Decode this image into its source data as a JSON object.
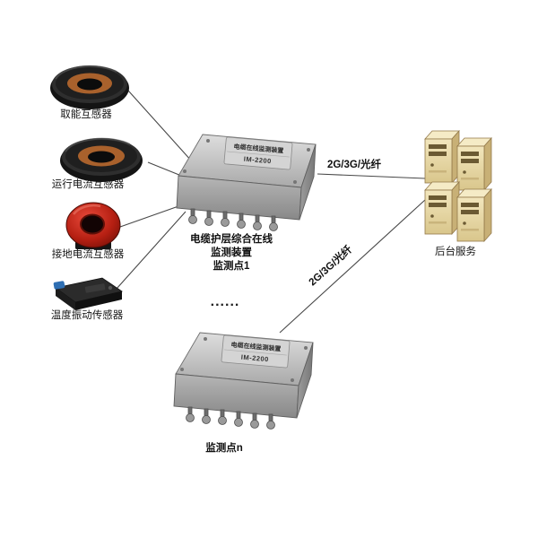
{
  "sensors": [
    {
      "label": "取能互感器"
    },
    {
      "label": "运行电流互感器"
    },
    {
      "label": "接地电流互感器"
    },
    {
      "label": "温度振动传感器"
    }
  ],
  "device1": {
    "plate_line1": "电缆在线监测装置",
    "plate_line2": "IM-2200",
    "caption1": "电缆护层综合在线",
    "caption2": "监测装置",
    "caption3": "监测点1"
  },
  "device2": {
    "plate_line1": "电缆在线监测装置",
    "plate_line2": "IM-2200",
    "caption": "监测点n"
  },
  "ellipsis": "......",
  "links": {
    "link1_label": "2G/3G/光纤",
    "link2_label": "2G/3G/光纤"
  },
  "server": {
    "label": "后台服务"
  },
  "colors": {
    "metal_light": "#d6d6d6",
    "metal_dark": "#8f8f8f",
    "server_beige": "#ead9ae",
    "ct_red": "#c02416",
    "copper": "#a9612c"
  }
}
